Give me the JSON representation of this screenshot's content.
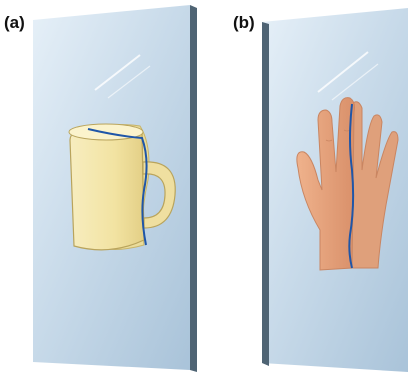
{
  "panels": [
    {
      "label": "(a)",
      "subject": "mug"
    },
    {
      "label": "(b)",
      "subject": "hand"
    }
  ],
  "colors": {
    "mirror_light": "#e3eef7",
    "mirror_mid": "#b9cfe3",
    "mirror_edge": "#4f6474",
    "mug_body": "#f3e6a8",
    "mug_shade": "#dcc87c",
    "mug_outline": "#b9a45c",
    "skin": "#e6a27a",
    "skin_shade": "#cd8259",
    "mirror_line": "#1f56a8"
  }
}
